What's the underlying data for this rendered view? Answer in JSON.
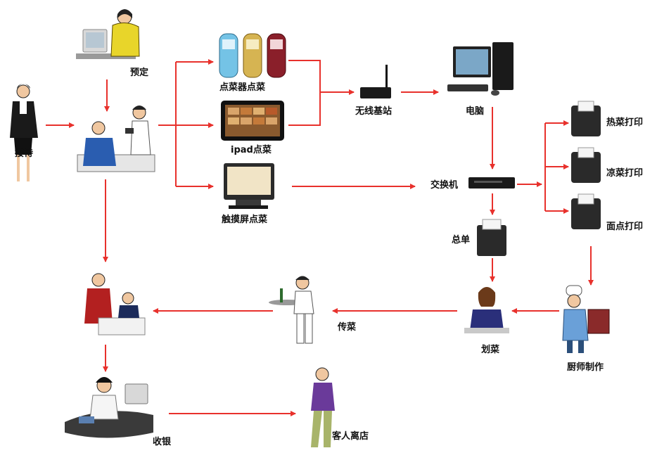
{
  "diagram": {
    "labels": {
      "reservation": "预定",
      "reception": "接待",
      "order_device": "点菜器点菜",
      "ipad_order": "ipad点菜",
      "touch_order": "触摸屏点菜",
      "wireless_base": "无线基站",
      "computer": "电脑",
      "switch": "交换机",
      "summary": "总单",
      "hot_print": "热菜打印",
      "cold_print": "凉菜打印",
      "pastry_print": "面点打印",
      "chef": "厨师制作",
      "mark_dish": "划菜",
      "serve_dish": "传菜",
      "cashier": "收银",
      "guest_leave": "客人离店"
    },
    "arrow_color": "#e8312c"
  }
}
